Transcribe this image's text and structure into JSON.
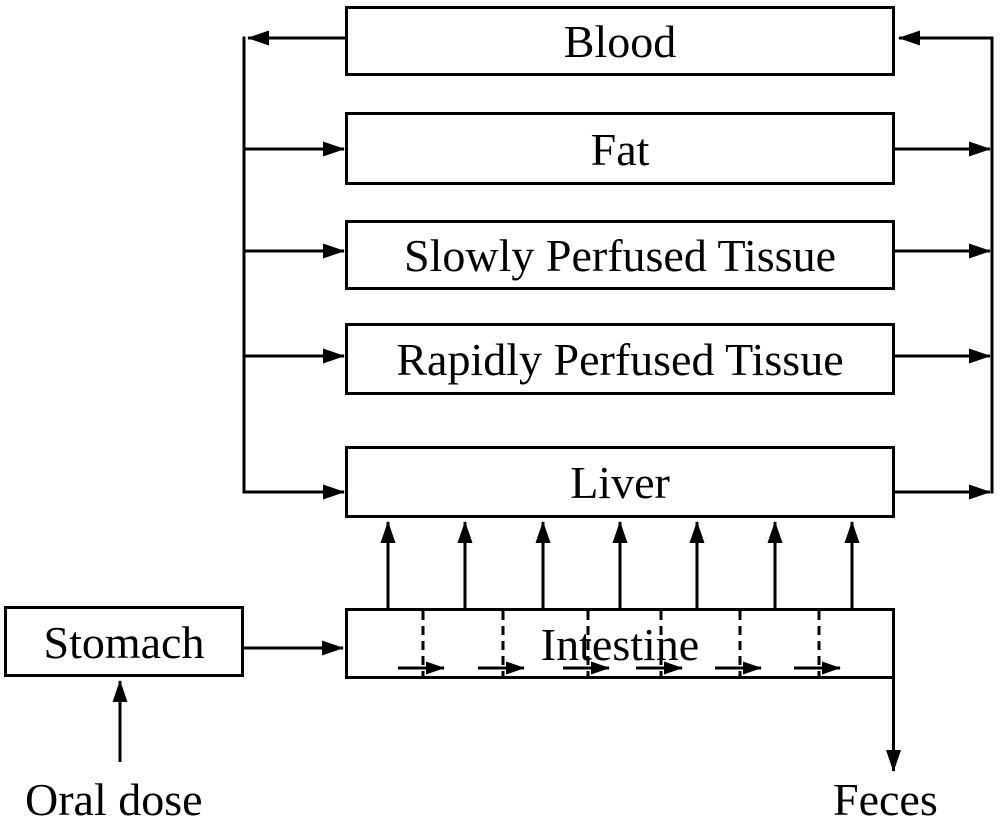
{
  "compartments": {
    "blood": "Blood",
    "fat": "Fat",
    "slowly_perfused": "Slowly Perfused Tissue",
    "rapidly_perfused": "Rapidly Perfused Tissue",
    "liver": "Liver",
    "stomach": "Stomach",
    "intestine": "Intestine"
  },
  "external_labels": {
    "oral_dose": "Oral dose",
    "feces": "Feces"
  },
  "colors": {
    "line": "#000000",
    "background": "#ffffff",
    "text": "#000000"
  }
}
